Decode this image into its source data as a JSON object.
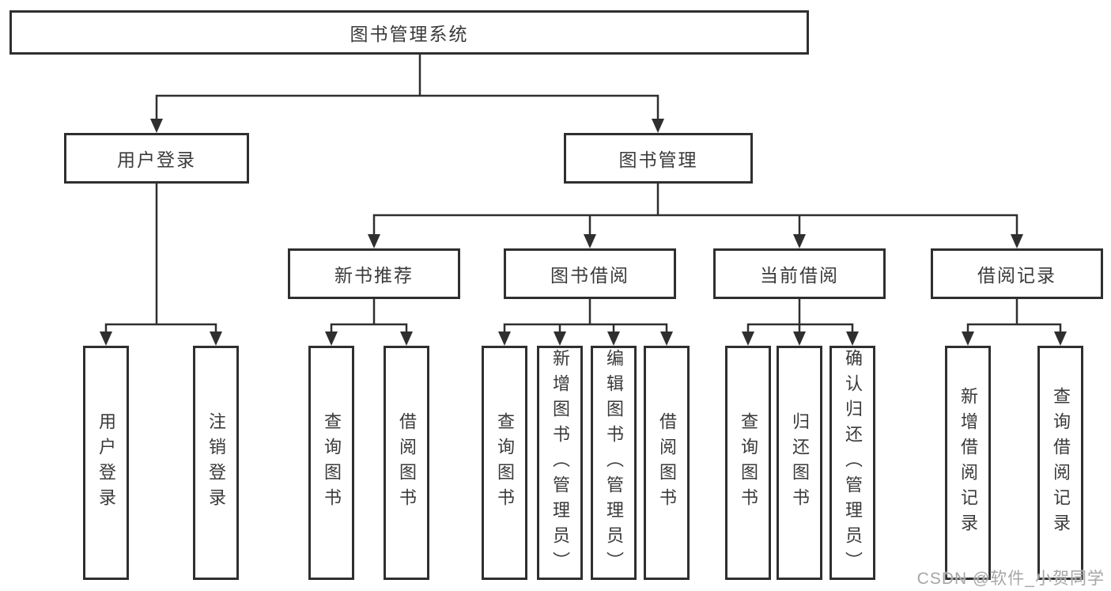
{
  "tree": {
    "label": "图书管理系统",
    "children": [
      {
        "label": "用户登录",
        "children": [
          {
            "label": "用户登录"
          },
          {
            "label": "注销登录"
          }
        ]
      },
      {
        "label": "图书管理",
        "children": [
          {
            "label": "新书推荐",
            "children": [
              {
                "label": "查询图书"
              },
              {
                "label": "借阅图书"
              }
            ]
          },
          {
            "label": "图书借阅",
            "children": [
              {
                "label": "查询图书"
              },
              {
                "label": "新增图书（管理员）"
              },
              {
                "label": "编辑图书（管理员）"
              },
              {
                "label": "借阅图书"
              }
            ]
          },
          {
            "label": "当前借阅",
            "children": [
              {
                "label": "查询图书"
              },
              {
                "label": "归还图书"
              },
              {
                "label": "确认归还（管理员）"
              }
            ]
          },
          {
            "label": "借阅记录",
            "children": [
              {
                "label": "新增借阅记录"
              },
              {
                "label": "查询借阅记录"
              }
            ]
          }
        ]
      }
    ]
  },
  "watermark": {
    "text": "CSDN @软件_小贺同学"
  },
  "colors": {
    "line": "#2f2f2f",
    "text": "#3a3a3a",
    "box_background": "#ffffff",
    "watermark": "#a6a6a6"
  }
}
